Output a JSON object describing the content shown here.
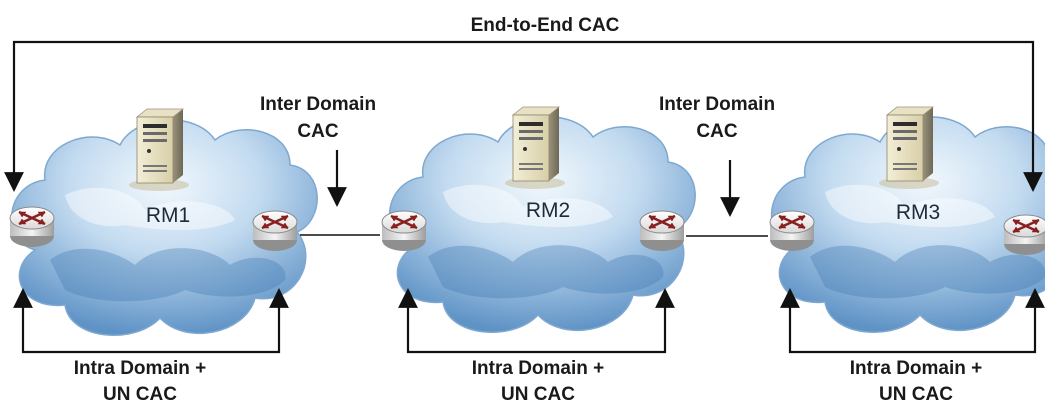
{
  "title": "End-to-End CAC",
  "inter_domain_labels": [
    {
      "line1": "Inter Domain",
      "line2": "CAC"
    },
    {
      "line1": "Inter Domain",
      "line2": "CAC"
    }
  ],
  "domains": [
    {
      "rm_label": "RM1",
      "bottom_line1": "Intra Domain +",
      "bottom_line2": "UN CAC"
    },
    {
      "rm_label": "RM2",
      "bottom_line1": "Intra Domain +",
      "bottom_line2": "UN CAC"
    },
    {
      "rm_label": "RM3",
      "bottom_line1": "Intra Domain +",
      "bottom_line2": "UN CAC"
    }
  ],
  "icons": {
    "router": "router-icon",
    "server": "server-icon",
    "cloud": "cloud-icon"
  },
  "colors": {
    "cloud_light": "#eaf3fb",
    "cloud_mid": "#a9cbe8",
    "cloud_dark": "#4f86bd",
    "line": "#111111",
    "router_arrow": "#8a1f1f"
  }
}
